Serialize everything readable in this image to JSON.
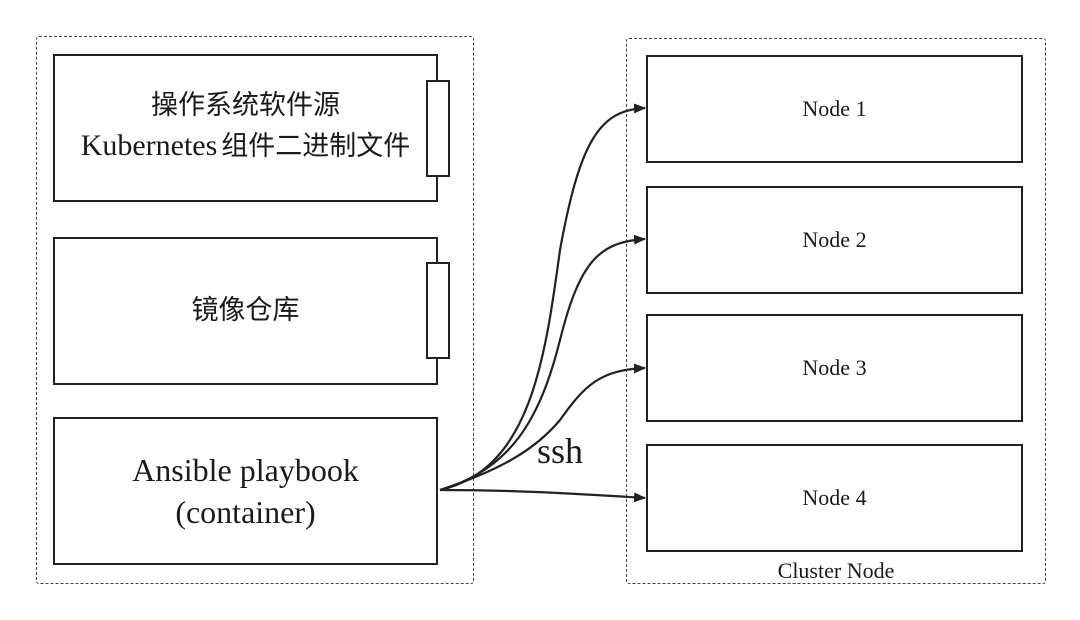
{
  "left_group": {
    "sources_line1": "操作系统软件源",
    "sources_line2_en": "Kubernetes",
    "sources_line2_cn": "组件二进制文件",
    "registry_label": "镜像仓库",
    "ansible_line1": "Ansible playbook",
    "ansible_line2": "(container)"
  },
  "right_group": {
    "label": "Cluster Node",
    "nodes": [
      "Node 1",
      "Node 2",
      "Node 3",
      "Node 4"
    ]
  },
  "connector": {
    "label": "ssh"
  }
}
